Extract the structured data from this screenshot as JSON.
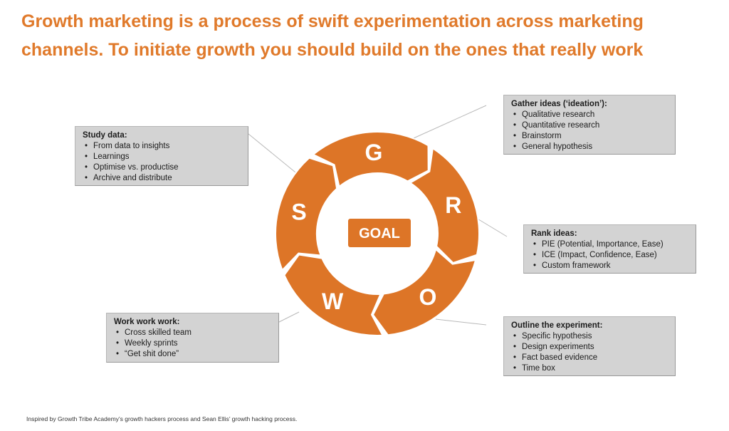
{
  "title": {
    "line1": "Growth marketing is a process of swift experimentation across marketing",
    "line2": "channels. To initiate growth you should build on the ones that really work"
  },
  "cycle": {
    "segments": [
      "G",
      "R",
      "O",
      "W",
      "S"
    ],
    "center_label": "GOAL",
    "colors": {
      "segment": "#dd7527",
      "segment_stroke": "#ffffff",
      "goal": "#dd7527",
      "text": "#ffffff"
    }
  },
  "boxes": {
    "gather": {
      "heading": "Gather ideas (‘ideation’):",
      "items": [
        "Qualitative research",
        "Quantitative research",
        "Brainstorm",
        "General hypothesis"
      ]
    },
    "study": {
      "heading": "Study data:",
      "items": [
        "From data to insights",
        "Learnings",
        "Optimise vs. productise",
        "Archive and distribute"
      ]
    },
    "rank": {
      "heading": "Rank ideas:",
      "items": [
        "PIE (Potential, Importance, Ease)",
        "ICE (Impact, Confidence, Ease)",
        "Custom framework"
      ]
    },
    "work": {
      "heading": "Work work work:",
      "items": [
        "Cross skilled team",
        "Weekly sprints",
        "“Get shit done”"
      ]
    },
    "outline": {
      "heading": "Outline the experiment:",
      "items": [
        "Specific hypothesis",
        "Design experiments",
        "Fact based evidence",
        "Time box"
      ]
    }
  },
  "footnote": "Inspired by Growth Tribe Academy’s growth hackers process and Sean Ellis’ growth hacking process."
}
